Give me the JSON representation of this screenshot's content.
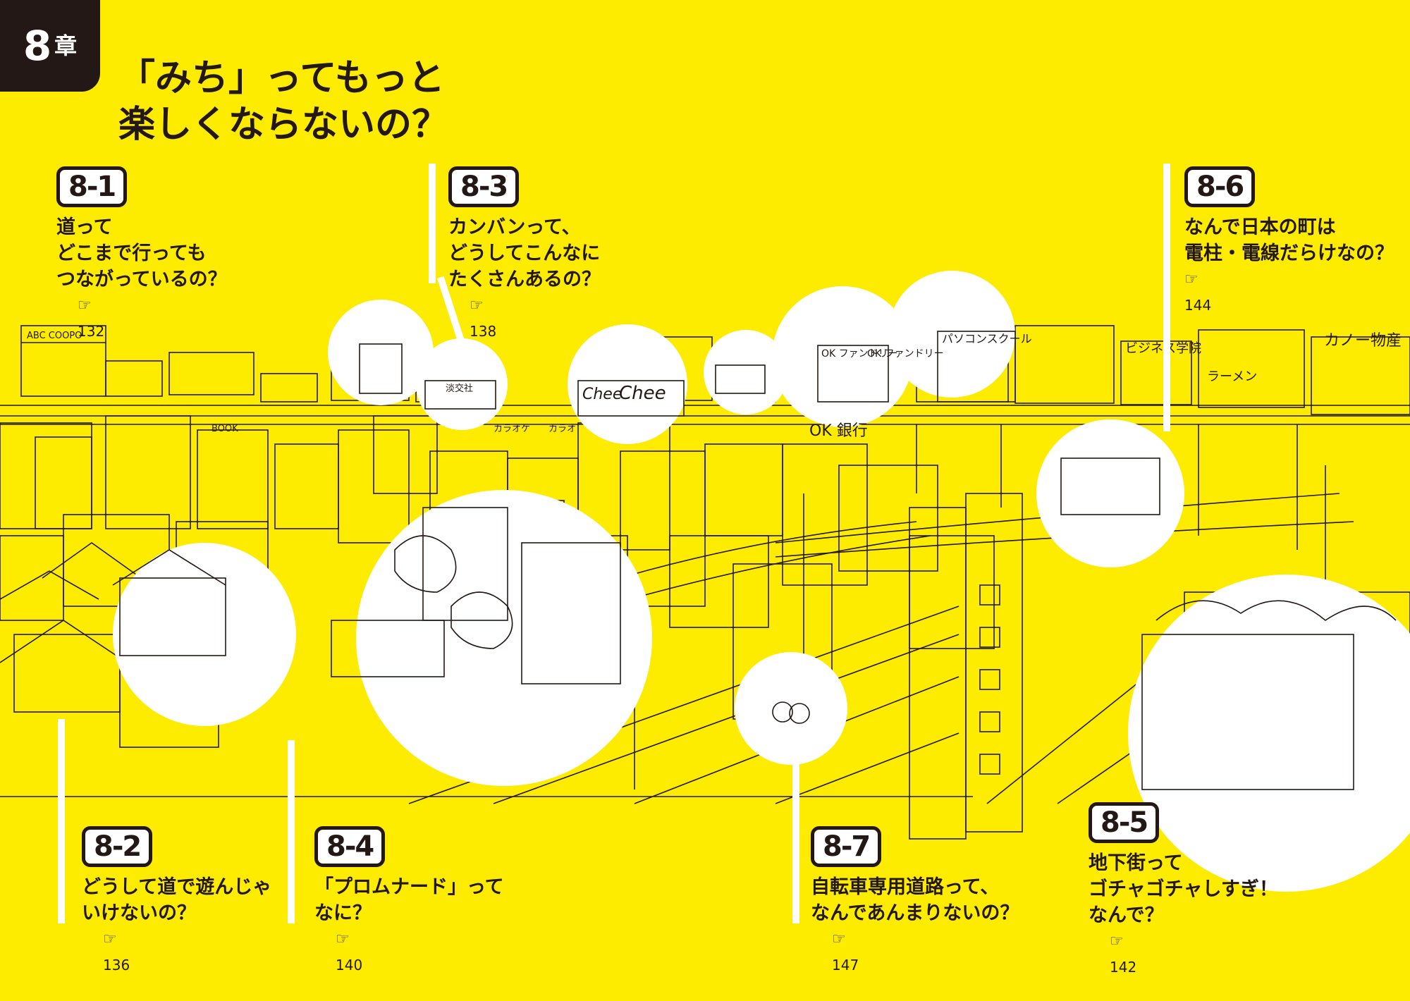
{
  "chapter": {
    "number": "8",
    "suffix": "章"
  },
  "title": {
    "line1": "「みち」ってもっと",
    "line2": "楽しくならないの？"
  },
  "ref_icon": "pointing-hand-icon",
  "questions": [
    {
      "badge": "8-1",
      "lines": [
        "道って",
        "どこまで行っても",
        "つながっているの？"
      ],
      "page": "132"
    },
    {
      "badge": "8-3",
      "lines": [
        "カンバンって、",
        "どうしてこんなに",
        "たくさんあるの？"
      ],
      "page": "138"
    },
    {
      "badge": "8-6",
      "lines": [
        "なんで日本の町は",
        "電柱・電線だらけなの？"
      ],
      "page": "144"
    },
    {
      "badge": "8-2",
      "lines": [
        "どうして道で遊んじゃ",
        "いけないの？"
      ],
      "page": "136"
    },
    {
      "badge": "8-4",
      "lines": [
        "「プロムナード」って",
        "なに？"
      ],
      "page": "140"
    },
    {
      "badge": "8-7",
      "lines": [
        "自転車専用道路って、",
        "なんであんまりないの？"
      ],
      "page": "147"
    },
    {
      "badge": "8-5",
      "lines": [
        "地下街って",
        "ゴチャゴチャしすぎ！",
        "なんで？"
      ],
      "page": "142"
    }
  ],
  "signs": {
    "s1": "ABC COOPO",
    "s2": "BOOK",
    "s3": "淡交社",
    "s4": "Chee",
    "s5": "Chee",
    "s6": "OK ファンドリー",
    "s7": "OK ファンドリー",
    "s8": "パソコンスクール",
    "s9": "ビジネス学院",
    "s10": "カノー物産",
    "s11": "ラーメン",
    "s12": "OK 銀行",
    "s13": "カラオケ",
    "s14": "カラオ"
  }
}
